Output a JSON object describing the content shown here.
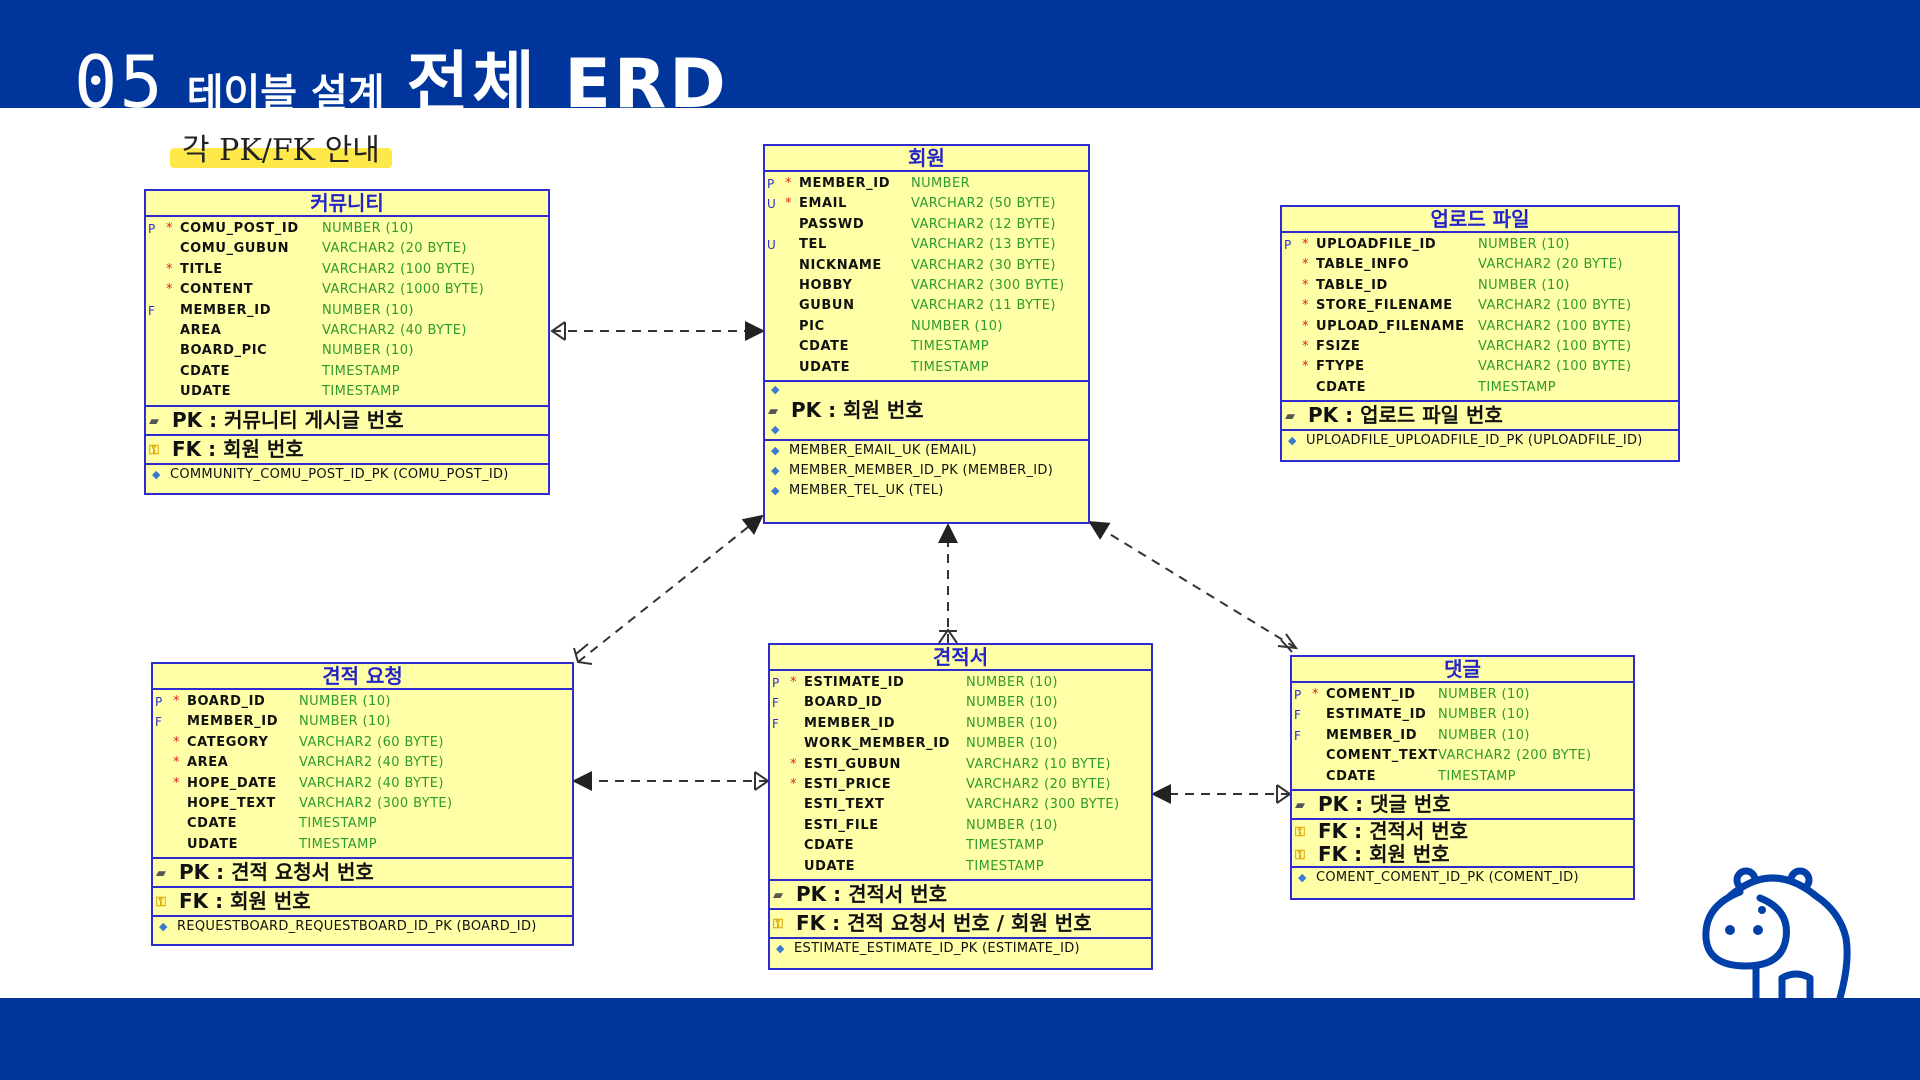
{
  "header": {
    "number": "05",
    "subtitle": "테이블 설계",
    "title": "전체 ERD"
  },
  "note": "각 PK/FK 안내",
  "colors": {
    "bar": "#00359b",
    "table_fill": "#ffffa8",
    "table_border": "#2c2ccf",
    "type_text": "#2f9a2f",
    "required_mark": "#e02020"
  },
  "tables": {
    "community": {
      "title": "커뮤니티",
      "columns": [
        {
          "flag": "P",
          "req": "*",
          "name": "COMU_POST_ID",
          "type": "NUMBER (10)"
        },
        {
          "flag": "",
          "req": "",
          "name": "COMU_GUBUN",
          "type": "VARCHAR2 (20 BYTE)"
        },
        {
          "flag": "",
          "req": "*",
          "name": "TITLE",
          "type": "VARCHAR2 (100 BYTE)"
        },
        {
          "flag": "",
          "req": "*",
          "name": "CONTENT",
          "type": "VARCHAR2 (1000 BYTE)"
        },
        {
          "flag": "F",
          "req": "",
          "name": "MEMBER_ID",
          "type": "NUMBER (10)"
        },
        {
          "flag": "",
          "req": "",
          "name": "AREA",
          "type": "VARCHAR2 (40 BYTE)"
        },
        {
          "flag": "",
          "req": "",
          "name": "BOARD_PIC",
          "type": "NUMBER (10)"
        },
        {
          "flag": "",
          "req": "",
          "name": "CDATE",
          "type": "TIMESTAMP"
        },
        {
          "flag": "",
          "req": "",
          "name": "UDATE",
          "type": "TIMESTAMP"
        }
      ],
      "pk": "PK : 커뮤니티 게시글 번호",
      "fk": "FK : 회원 번호",
      "indexes": [
        "COMMUNITY_COMU_POST_ID_PK (COMU_POST_ID)"
      ]
    },
    "member": {
      "title": "회원",
      "columns": [
        {
          "flag": "P",
          "req": "*",
          "name": "MEMBER_ID",
          "type": "NUMBER"
        },
        {
          "flag": "U",
          "req": "*",
          "name": "EMAIL",
          "type": "VARCHAR2 (50 BYTE)"
        },
        {
          "flag": "",
          "req": "",
          "name": "PASSWD",
          "type": "VARCHAR2 (12 BYTE)"
        },
        {
          "flag": "U",
          "req": "",
          "name": "TEL",
          "type": "VARCHAR2 (13 BYTE)"
        },
        {
          "flag": "",
          "req": "",
          "name": "NICKNAME",
          "type": "VARCHAR2 (30 BYTE)"
        },
        {
          "flag": "",
          "req": "",
          "name": "HOBBY",
          "type": "VARCHAR2 (300 BYTE)"
        },
        {
          "flag": "",
          "req": "",
          "name": "GUBUN",
          "type": "VARCHAR2 (11 BYTE)"
        },
        {
          "flag": "",
          "req": "",
          "name": "PIC",
          "type": "NUMBER (10)"
        },
        {
          "flag": "",
          "req": "",
          "name": "CDATE",
          "type": "TIMESTAMP"
        },
        {
          "flag": "",
          "req": "",
          "name": "UDATE",
          "type": "TIMESTAMP"
        }
      ],
      "pk": "PK : 회원 번호",
      "indexes": [
        "MEMBER_EMAIL_UK (EMAIL)",
        "MEMBER_MEMBER_ID_PK (MEMBER_ID)",
        "MEMBER_TEL_UK (TEL)"
      ]
    },
    "upload": {
      "title": "업로드 파일",
      "columns": [
        {
          "flag": "P",
          "req": "*",
          "name": "UPLOADFILE_ID",
          "type": "NUMBER (10)"
        },
        {
          "flag": "",
          "req": "*",
          "name": "TABLE_INFO",
          "type": "VARCHAR2 (20 BYTE)"
        },
        {
          "flag": "",
          "req": "*",
          "name": "TABLE_ID",
          "type": "NUMBER (10)"
        },
        {
          "flag": "",
          "req": "*",
          "name": "STORE_FILENAME",
          "type": "VARCHAR2 (100 BYTE)"
        },
        {
          "flag": "",
          "req": "*",
          "name": "UPLOAD_FILENAME",
          "type": "VARCHAR2 (100 BYTE)"
        },
        {
          "flag": "",
          "req": "*",
          "name": "FSIZE",
          "type": "VARCHAR2 (100 BYTE)"
        },
        {
          "flag": "",
          "req": "*",
          "name": "FTYPE",
          "type": "VARCHAR2 (100 BYTE)"
        },
        {
          "flag": "",
          "req": "",
          "name": "CDATE",
          "type": "TIMESTAMP"
        }
      ],
      "pk": "PK : 업로드 파일 번호",
      "indexes": [
        "UPLOADFILE_UPLOADFILE_ID_PK (UPLOADFILE_ID)"
      ]
    },
    "request": {
      "title": "견적 요청",
      "columns": [
        {
          "flag": "P",
          "req": "*",
          "name": "BOARD_ID",
          "type": "NUMBER (10)"
        },
        {
          "flag": "F",
          "req": "",
          "name": "MEMBER_ID",
          "type": "NUMBER (10)"
        },
        {
          "flag": "",
          "req": "*",
          "name": "CATEGORY",
          "type": "VARCHAR2 (60 BYTE)"
        },
        {
          "flag": "",
          "req": "*",
          "name": "AREA",
          "type": "VARCHAR2 (40 BYTE)"
        },
        {
          "flag": "",
          "req": "*",
          "name": "HOPE_DATE",
          "type": "VARCHAR2 (40 BYTE)"
        },
        {
          "flag": "",
          "req": "",
          "name": "HOPE_TEXT",
          "type": "VARCHAR2 (300 BYTE)"
        },
        {
          "flag": "",
          "req": "",
          "name": "CDATE",
          "type": "TIMESTAMP"
        },
        {
          "flag": "",
          "req": "",
          "name": "UDATE",
          "type": "TIMESTAMP"
        }
      ],
      "pk": "PK : 견적 요청서 번호",
      "fk": "FK : 회원 번호",
      "indexes": [
        "REQUESTBOARD_REQUESTBOARD_ID_PK (BOARD_ID)"
      ]
    },
    "estimate": {
      "title": "견적서",
      "columns": [
        {
          "flag": "P",
          "req": "*",
          "name": "ESTIMATE_ID",
          "type": "NUMBER (10)"
        },
        {
          "flag": "F",
          "req": "",
          "name": "BOARD_ID",
          "type": "NUMBER (10)"
        },
        {
          "flag": "F",
          "req": "",
          "name": "MEMBER_ID",
          "type": "NUMBER (10)"
        },
        {
          "flag": "",
          "req": "",
          "name": "WORK_MEMBER_ID",
          "type": "NUMBER (10)"
        },
        {
          "flag": "",
          "req": "*",
          "name": "ESTI_GUBUN",
          "type": "VARCHAR2 (10 BYTE)"
        },
        {
          "flag": "",
          "req": "*",
          "name": "ESTI_PRICE",
          "type": "VARCHAR2 (20 BYTE)"
        },
        {
          "flag": "",
          "req": "",
          "name": "ESTI_TEXT",
          "type": "VARCHAR2 (300 BYTE)"
        },
        {
          "flag": "",
          "req": "",
          "name": "ESTI_FILE",
          "type": "NUMBER (10)"
        },
        {
          "flag": "",
          "req": "",
          "name": "CDATE",
          "type": "TIMESTAMP"
        },
        {
          "flag": "",
          "req": "",
          "name": "UDATE",
          "type": "TIMESTAMP"
        }
      ],
      "pk": "PK : 견적서 번호",
      "fk": "FK : 견적 요청서 번호 / 회원 번호",
      "indexes": [
        "ESTIMATE_ESTIMATE_ID_PK (ESTIMATE_ID)"
      ]
    },
    "comment": {
      "title": "댓글",
      "columns": [
        {
          "flag": "P",
          "req": "*",
          "name": "COMENT_ID",
          "type": "NUMBER (10)"
        },
        {
          "flag": "F",
          "req": "",
          "name": "ESTIMATE_ID",
          "type": "NUMBER (10)"
        },
        {
          "flag": "F",
          "req": "",
          "name": "MEMBER_ID",
          "type": "NUMBER (10)"
        },
        {
          "flag": "",
          "req": "",
          "name": "COMENT_TEXT",
          "type": "VARCHAR2 (200 BYTE)"
        },
        {
          "flag": "",
          "req": "",
          "name": "CDATE",
          "type": "TIMESTAMP"
        }
      ],
      "pk": "PK : 댓글 번호",
      "fk1": "FK : 견적서 번호",
      "fk2": "FK : 회원 번호",
      "indexes": [
        "COMENT_COMENT_ID_PK (COMENT_ID)"
      ]
    }
  }
}
